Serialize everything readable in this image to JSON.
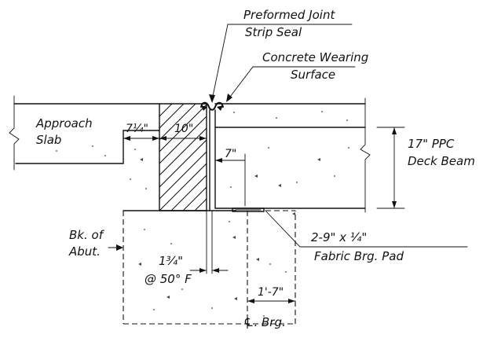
{
  "labels": {
    "preformed_joint_line1": "Preformed Joint",
    "preformed_joint_line2": "Strip Seal",
    "wearing_surface_line1": "Concrete Wearing",
    "wearing_surface_line2": "Surface",
    "approach_slab_line1": "Approach",
    "approach_slab_line2": "Slab",
    "deck_beam_line1": "17\" PPC",
    "deck_beam_line2": "Deck Beam",
    "bk_abut_line1": "Bk. of",
    "bk_abut_line2": "Abut.",
    "pad_line1": "2-9\" x ¼\"",
    "pad_line2": "Fabric Brg. Pad",
    "gap_value": "1¾\"",
    "gap_temp": "@ 50° F",
    "dim_seven_quarter": "7¼\"",
    "dim_ten": "10\"",
    "dim_seven": "7\"",
    "dim_one_seven": "1'-7\"",
    "cl_brg": "℄. Brg."
  }
}
